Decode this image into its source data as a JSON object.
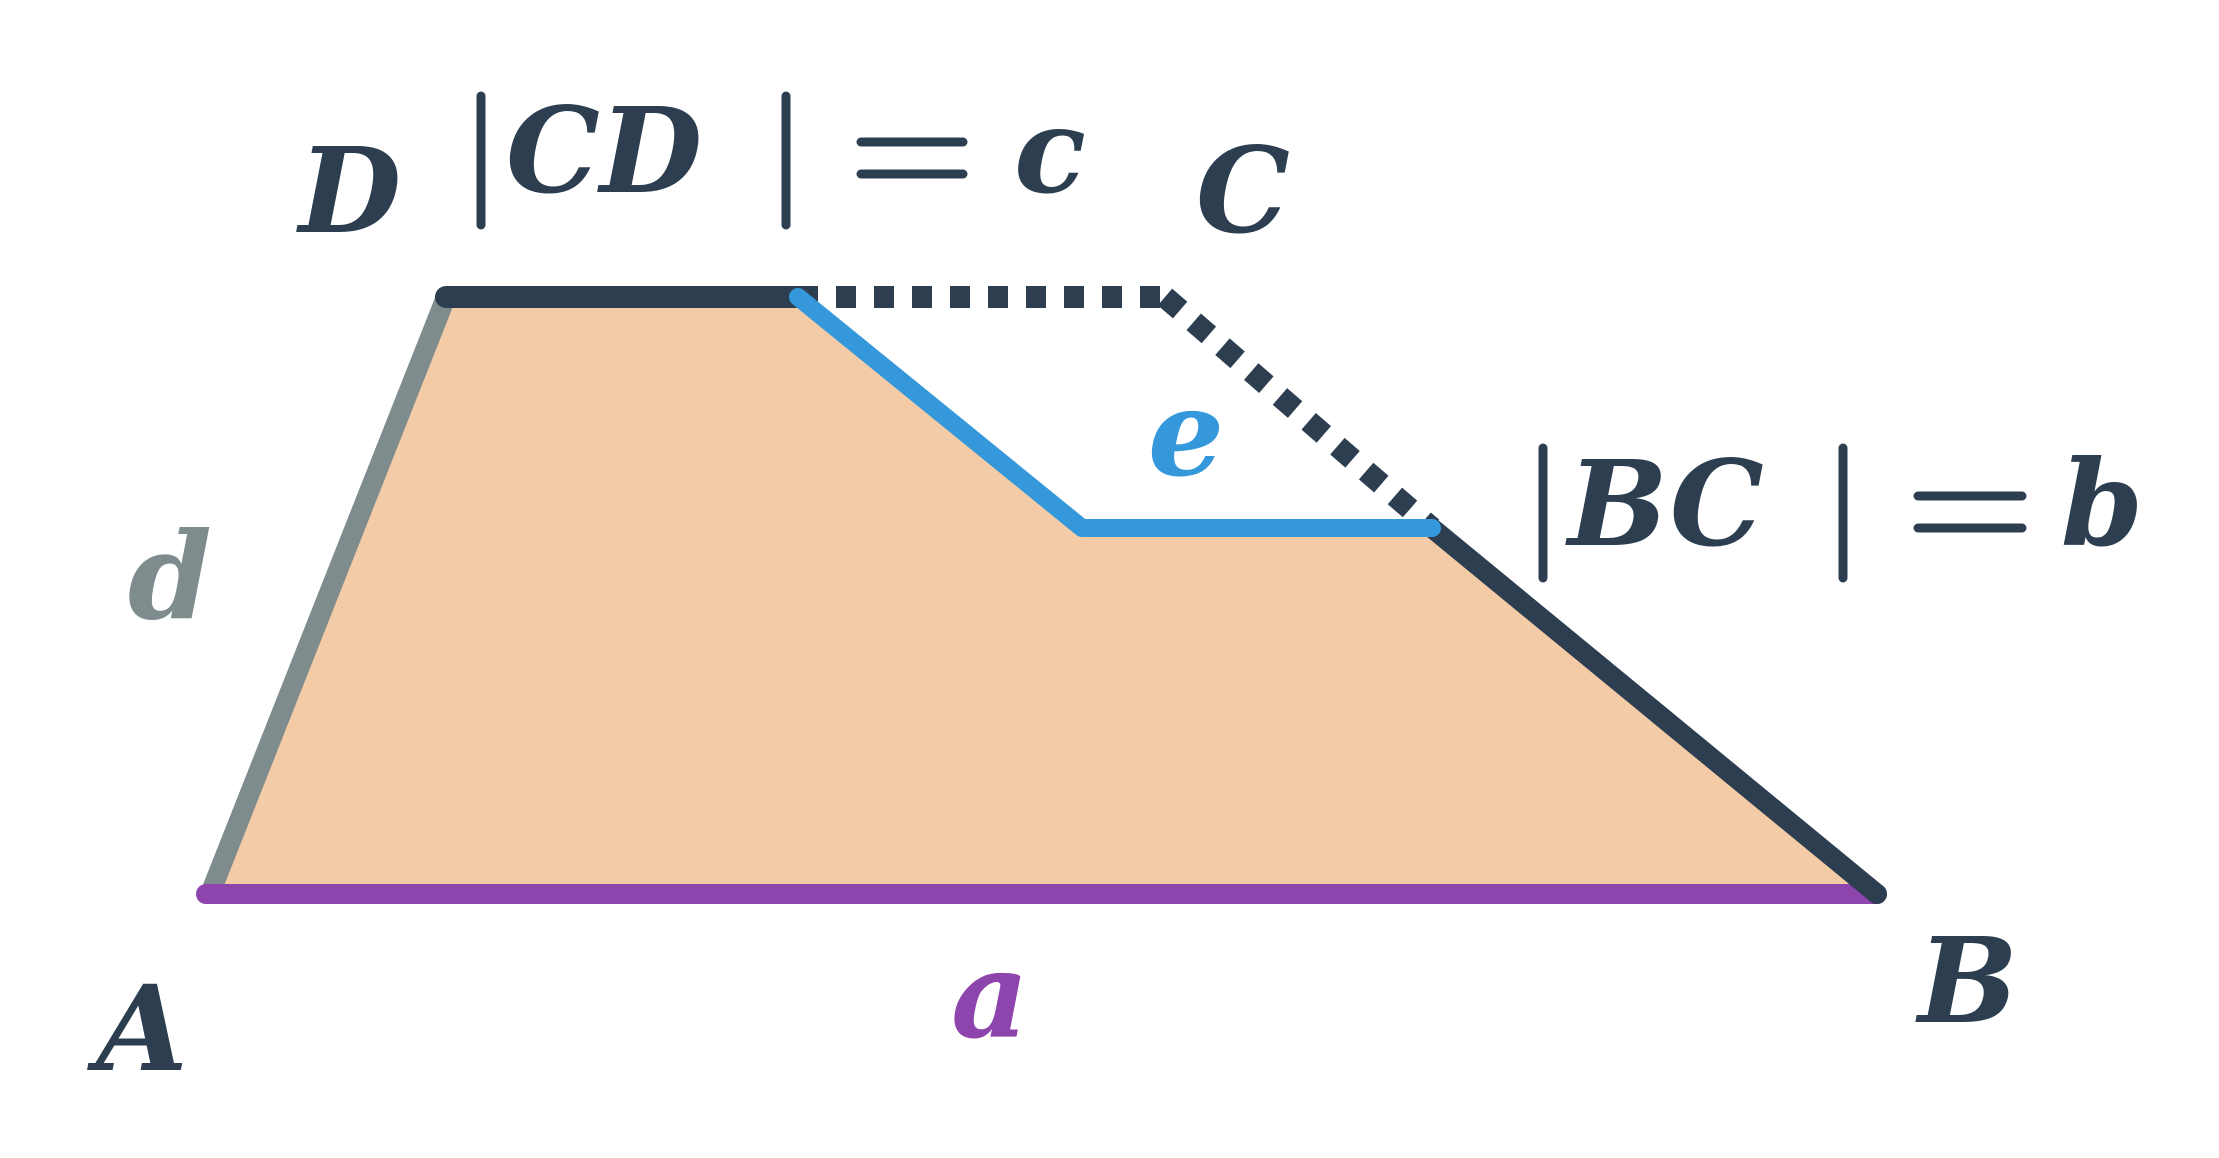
{
  "vertices": {
    "A": "A",
    "B": "B",
    "C": "C",
    "D": "D"
  },
  "sides": {
    "a": "a",
    "d": "d",
    "e": "e"
  },
  "equations": {
    "cd": {
      "lhs": "CD",
      "rhs": "c"
    },
    "bc": {
      "lhs": "BC",
      "rhs": "b"
    }
  },
  "colors": {
    "fill": "#f4cba7",
    "dark": "#2c3e50",
    "side_a": "#8e44ad",
    "side_d": "#7f8c8d",
    "side_e": "#3498db",
    "white": "#ffffff"
  }
}
